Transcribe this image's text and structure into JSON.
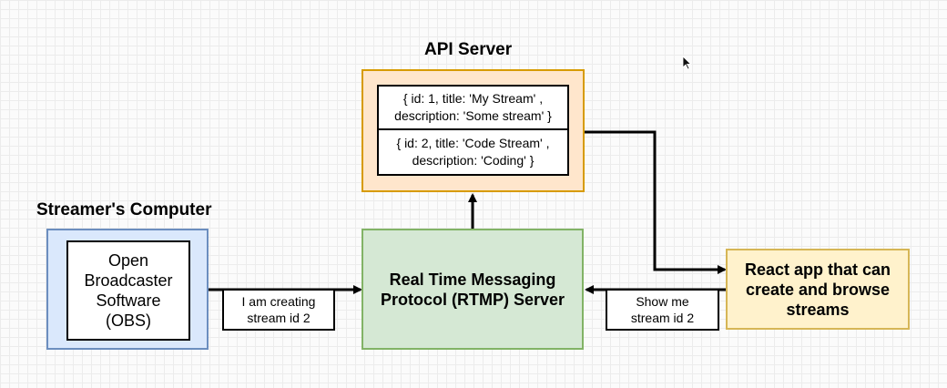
{
  "api_server": {
    "title": "API Server",
    "records": [
      {
        "line1": "{ id: 1, title: 'My Stream' ,",
        "line2": "description: 'Some stream' }"
      },
      {
        "line1": "{ id: 2, title: 'Code Stream' ,",
        "line2": "description: 'Coding' }"
      }
    ]
  },
  "streamer": {
    "title": "Streamer's Computer",
    "obs_lines": [
      "Open",
      "Broadcaster",
      "Software",
      "(OBS)"
    ]
  },
  "rtmp": {
    "lines": [
      "Real Time Messaging",
      "Protocol (RTMP) Server"
    ]
  },
  "react_app": {
    "lines": [
      "React app that can",
      "create and browse",
      "streams"
    ]
  },
  "edge_labels": {
    "creating": [
      "I am creating",
      "stream id 2"
    ],
    "show": [
      "Show me",
      "stream id 2"
    ]
  },
  "colors": {
    "blue_fill": "#dae8fc",
    "blue_stroke": "#6c8ebf",
    "green_fill": "#d5e8d4",
    "green_stroke": "#82b366",
    "orange_fill": "#ffe6cc",
    "orange_stroke": "#d79b00",
    "yellow_fill": "#fff2cc",
    "yellow_stroke": "#d6b656"
  }
}
